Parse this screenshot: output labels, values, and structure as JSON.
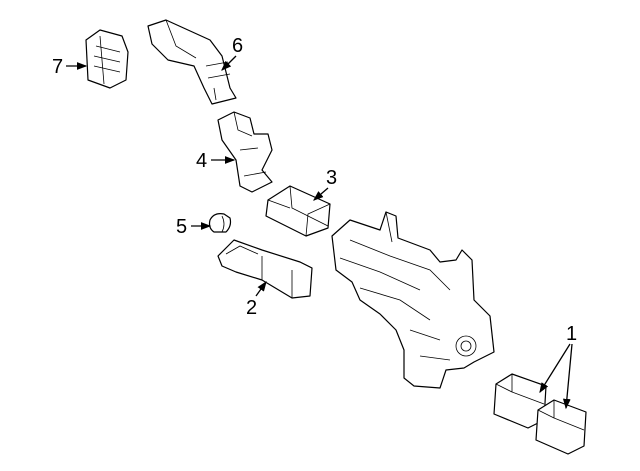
{
  "diagram": {
    "callouts": [
      {
        "id": "1",
        "label": "1"
      },
      {
        "id": "2",
        "label": "2"
      },
      {
        "id": "3",
        "label": "3"
      },
      {
        "id": "4",
        "label": "4"
      },
      {
        "id": "5",
        "label": "5"
      },
      {
        "id": "6",
        "label": "6"
      },
      {
        "id": "7",
        "label": "7"
      }
    ]
  }
}
